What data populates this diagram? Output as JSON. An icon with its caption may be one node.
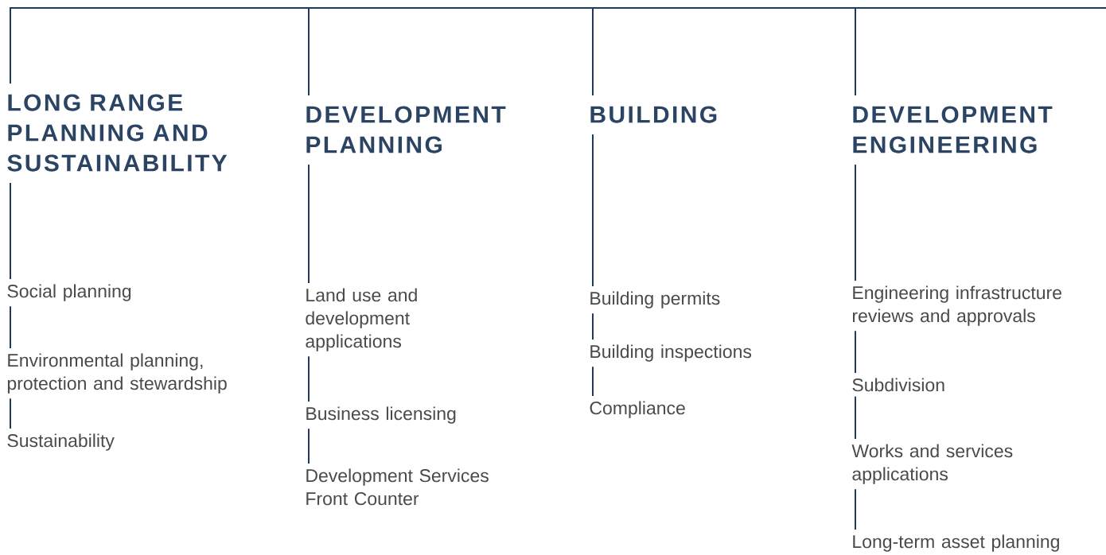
{
  "diagram": {
    "nodes": [
      {
        "text": [
          "LONG RANGE PLANNING AND SUSTAINABILITY"
        ]
      },
      {
        "text": [
          "DEVELOPMENT PLANNING"
        ]
      },
      {
        "text": [
          "BUILDING"
        ]
      },
      {
        "text": [
          "DEVELOPMENT ENGINEERING"
        ]
      },
      {
        "text": [
          "Social planning"
        ]
      },
      {
        "text": [
          "Environmental planning, protection and stewardship"
        ]
      },
      {
        "text": [
          "Sustainability"
        ]
      },
      {
        "text": [
          "Land use and development applications"
        ]
      },
      {
        "text": [
          "Business licensing"
        ]
      },
      {
        "text": [
          "Development Services Front Counter"
        ]
      },
      {
        "text": [
          "Building permits"
        ]
      },
      {
        "text": [
          "Building inspections"
        ]
      },
      {
        "text": [
          "Compliance"
        ]
      },
      {
        "text": [
          "Engineering infrastructure reviews and approvals"
        ]
      },
      {
        "text": [
          "Subdivision"
        ]
      },
      {
        "text": [
          "Works and services applications"
        ]
      },
      {
        "text": [
          "Long-term asset planning"
        ]
      }
    ],
    "edges": [
      {
        "from": null,
        "to": 0,
        "arrow": "none"
      },
      {
        "from": null,
        "to": 1,
        "arrow": "none"
      },
      {
        "from": null,
        "to": 2,
        "arrow": "none"
      },
      {
        "from": null,
        "to": 3,
        "arrow": "none"
      },
      {
        "from": 0,
        "to": 4,
        "arrow": "none"
      },
      {
        "from": 4,
        "to": 5,
        "arrow": "none"
      },
      {
        "from": 5,
        "to": 6,
        "arrow": "none"
      },
      {
        "from": 1,
        "to": 7,
        "arrow": "none"
      },
      {
        "from": 7,
        "to": 8,
        "arrow": "none"
      },
      {
        "from": 8,
        "to": 9,
        "arrow": "none"
      },
      {
        "from": 2,
        "to": 10,
        "arrow": "none"
      },
      {
        "from": 10,
        "to": 11,
        "arrow": "none"
      },
      {
        "from": 11,
        "to": 12,
        "arrow": "none"
      },
      {
        "from": 3,
        "to": 13,
        "arrow": "none"
      },
      {
        "from": 13,
        "to": 14,
        "arrow": "none"
      },
      {
        "from": 14,
        "to": 15,
        "arrow": "none"
      },
      {
        "from": 15,
        "to": 16,
        "arrow": "none"
      }
    ]
  }
}
